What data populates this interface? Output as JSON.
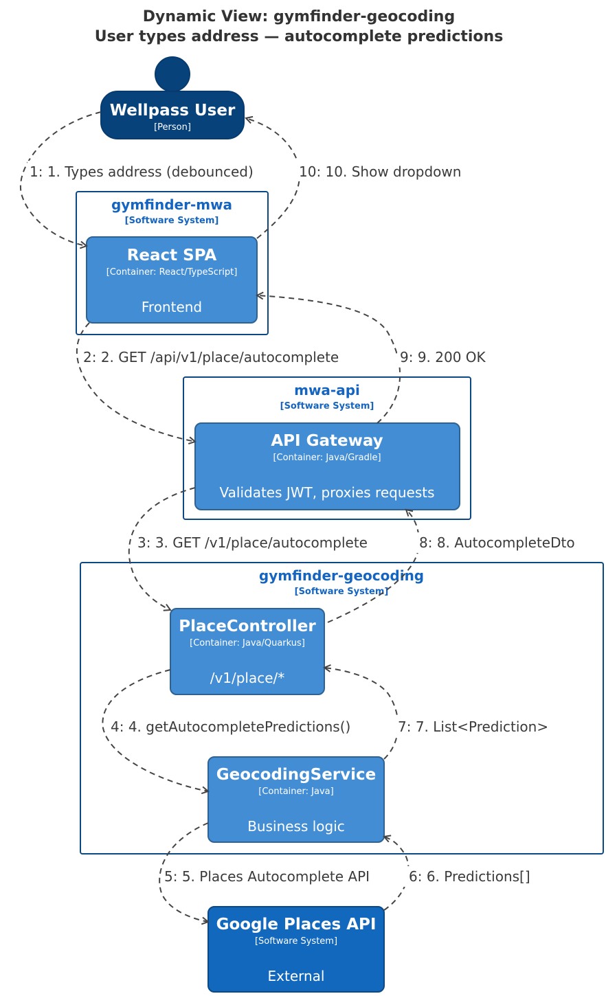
{
  "title": {
    "line1": "Dynamic View: gymfinder-geocoding",
    "line2": "User types address — autocomplete predictions"
  },
  "colors": {
    "person": "#08427b",
    "container": "#438dd5",
    "external_system": "#1168bd",
    "boundary": "#0b4884",
    "boundary_text": "#1565c0",
    "arrow": "#444444"
  },
  "person": {
    "name": "Wellpass User",
    "type": "[Person]",
    "icon": "person-icon"
  },
  "boundaries": {
    "mwa": {
      "name": "gymfinder-mwa",
      "type": "[Software System]"
    },
    "api": {
      "name": "mwa-api",
      "type": "[Software System]"
    },
    "geo": {
      "name": "gymfinder-geocoding",
      "type": "[Software System]"
    }
  },
  "nodes": {
    "spa": {
      "name": "React SPA",
      "type": "[Container: React/TypeScript]",
      "desc": "Frontend"
    },
    "gateway": {
      "name": "API Gateway",
      "type": "[Container: Java/Gradle]",
      "desc": "Validates JWT, proxies requests"
    },
    "controller": {
      "name": "PlaceController",
      "type": "[Container: Java/Quarkus]",
      "desc": "/v1/place/*"
    },
    "service": {
      "name": "GeocodingService",
      "type": "[Container: Java]",
      "desc": "Business logic"
    },
    "google": {
      "name": "Google Places API",
      "type": "[Software System]",
      "desc": "External"
    }
  },
  "relations": [
    {
      "label": "1: 1. Types address (debounced)"
    },
    {
      "label": "2: 2. GET /api/v1/place/autocomplete"
    },
    {
      "label": "3: 3. GET /v1/place/autocomplete"
    },
    {
      "label": "4: 4. getAutocompletePredictions()"
    },
    {
      "label": "5: 5. Places Autocomplete API"
    },
    {
      "label": "6: 6. Predictions[]"
    },
    {
      "label": "7: 7. List<Prediction>"
    },
    {
      "label": "8: 8. AutocompleteDto"
    },
    {
      "label": "9: 9. 200 OK"
    },
    {
      "label": "10: 10. Show dropdown"
    }
  ]
}
